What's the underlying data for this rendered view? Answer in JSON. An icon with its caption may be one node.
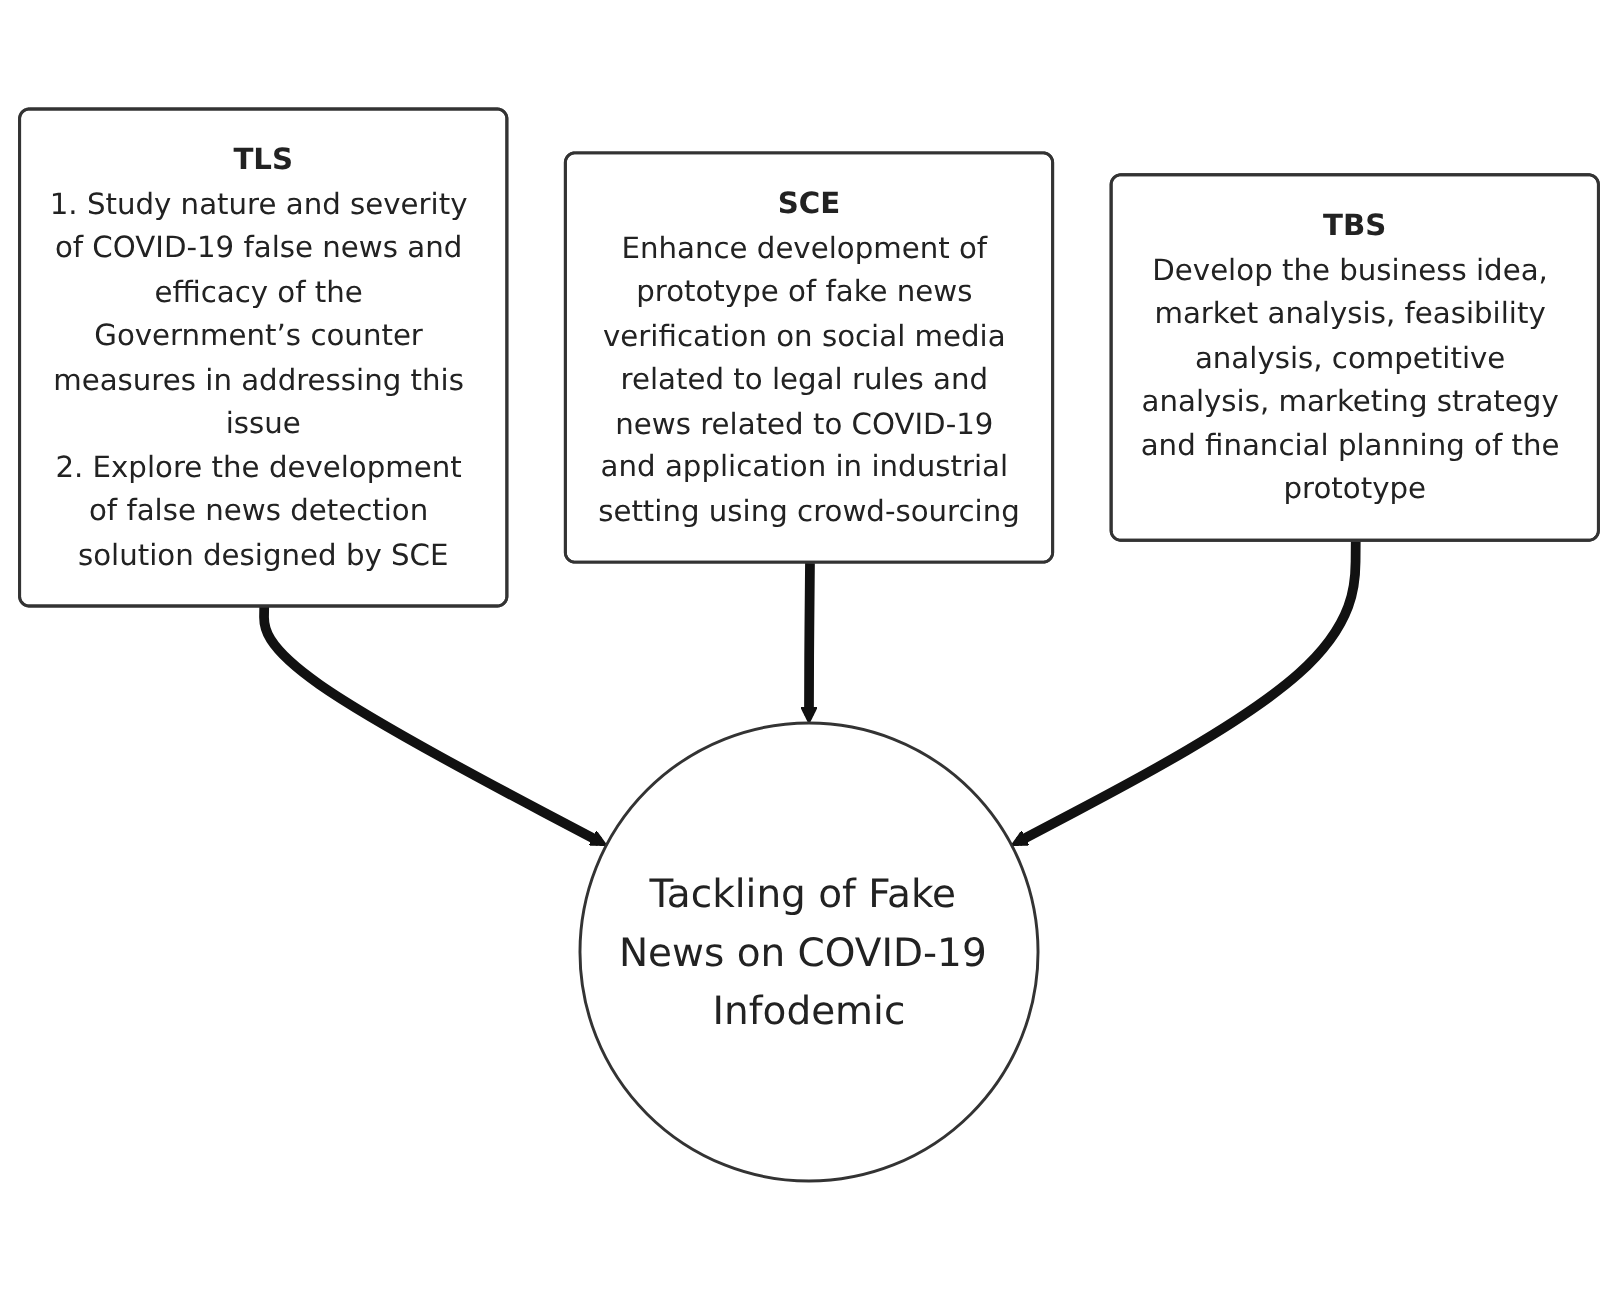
{
  "diagram": {
    "nodes": [
      {
        "text": [
          "TLS",
          "1. Study nature and severity of COVID-19 false news and efficacy of the Government’s counter measures in addressing this issue",
          "2. Explore the development of false news detection solution designed by SCE"
        ]
      },
      {
        "text": [
          "SCE",
          "Enhance development of prototype of fake news verification on social media related to legal rules and news related to COVID-19 and application in industrial setting using crowd-sourcing"
        ]
      },
      {
        "text": [
          "TBS",
          "Develop the business idea, market analysis, feasibility analysis, competitive analysis, marketing strategy and financial planning of the prototype"
        ]
      },
      {
        "text": [
          "Tackling of Fake News on COVID-19 Infodemic"
        ]
      }
    ],
    "edges": [
      {
        "from": 0,
        "to": 3,
        "arrow": "to"
      },
      {
        "from": 1,
        "to": 3,
        "arrow": "to"
      },
      {
        "from": 2,
        "to": 3,
        "arrow": "to"
      }
    ]
  }
}
